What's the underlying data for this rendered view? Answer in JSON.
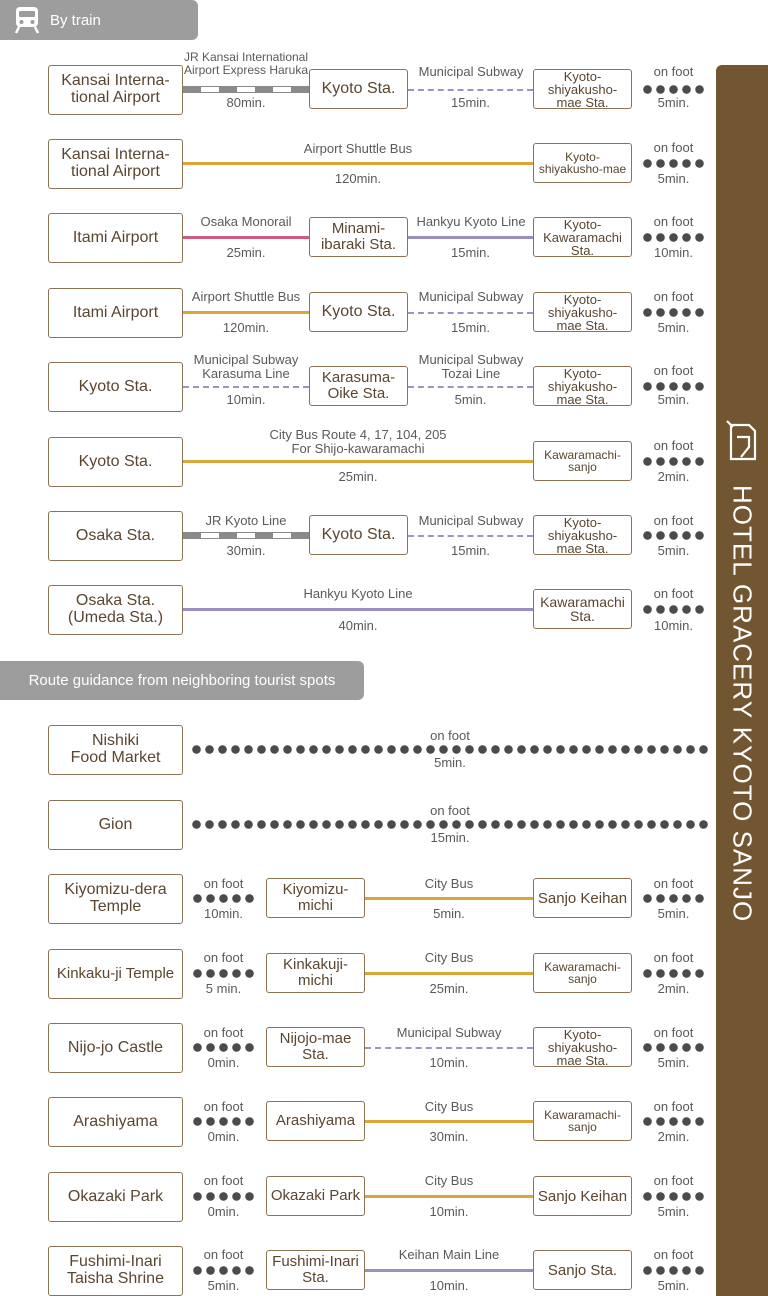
{
  "hotel": {
    "name": "HOTEL GRACERY KYOTO SANJO"
  },
  "sections": {
    "train": "By train",
    "spots": "Route guidance from neighboring tourist spots"
  },
  "colors": {
    "hotel_band": "#725631",
    "bus": "#dca53a",
    "monorail": "#d05a84",
    "hankyu": "#9a8fc0",
    "subway": "#9b93c3",
    "jr": "#8a8a8a",
    "tab": "#9d9d9d"
  },
  "train_routes": [
    {
      "origin": "Kansai Interna-\ntional Airport",
      "leg1": "JR Kansai International\nAirport Express Haruka",
      "time1": "80min.",
      "mid": "Kyoto Sta.",
      "leg2": "Municipal Subway",
      "time2": "15min.",
      "dest": "Kyoto-\nshiyakusho-\nmae Sta.",
      "walk_label": "on foot",
      "walk_time": "5min."
    },
    {
      "origin": "Kansai Interna-\ntional Airport",
      "leg": "Airport Shuttle Bus",
      "time": "120min.",
      "dest": "Kyoto-\nshiyakusho-mae",
      "walk_label": "on foot",
      "walk_time": "5min."
    },
    {
      "origin": "Itami Airport",
      "leg1": "Osaka Monorail",
      "time1": "25min.",
      "mid": "Minami-\nibaraki Sta.",
      "leg2": "Hankyu Kyoto Line",
      "time2": "15min.",
      "dest": "Kyoto-\nKawaramachi\nSta.",
      "walk_label": "on foot",
      "walk_time": "10min."
    },
    {
      "origin": "Itami Airport",
      "leg1": "Airport Shuttle Bus",
      "time1": "120min.",
      "mid": "Kyoto Sta.",
      "leg2": "Municipal Subway",
      "time2": "15min.",
      "dest": "Kyoto-\nshiyakusho-\nmae Sta.",
      "walk_label": "on foot",
      "walk_time": "5min."
    },
    {
      "origin": "Kyoto Sta.",
      "leg1": "Municipal Subway\nKarasuma Line",
      "time1": "10min.",
      "mid": "Karasuma-\nOike Sta.",
      "leg2": "Municipal Subway\nTozai Line",
      "time2": "5min.",
      "dest": "Kyoto-\nshiyakusho-\nmae Sta.",
      "walk_label": "on foot",
      "walk_time": "5min."
    },
    {
      "origin": "Kyoto Sta.",
      "leg": "City Bus Route 4, 17, 104, 205\nFor Shijo-kawaramachi",
      "time": "25min.",
      "dest": "Kawaramachi-\nsanjo",
      "walk_label": "on foot",
      "walk_time": "2min."
    },
    {
      "origin": "Osaka Sta.",
      "leg1": "JR Kyoto Line",
      "time1": "30min.",
      "mid": "Kyoto Sta.",
      "leg2": "Municipal Subway",
      "time2": "15min.",
      "dest": "Kyoto-\nshiyakusho-\nmae Sta.",
      "walk_label": "on foot",
      "walk_time": "5min."
    },
    {
      "origin": "Osaka Sta.\n(Umeda Sta.)",
      "leg": "Hankyu Kyoto Line",
      "time": "40min.",
      "dest": "Kawaramachi\nSta.",
      "walk_label": "on foot",
      "walk_time": "10min."
    }
  ],
  "spot_routes": [
    {
      "origin": "Nishiki\nFood Market",
      "walk_label": "on foot",
      "walk_time": "5min."
    },
    {
      "origin": "Gion",
      "walk_label": "on foot",
      "walk_time": "15min."
    },
    {
      "origin": "Kiyomizu-dera\nTemple",
      "walk1_label": "on foot",
      "walk1_time": "10min.",
      "mid": "Kiyomizu-\nmichi",
      "leg": "City Bus",
      "time": "5min.",
      "dest": "Sanjo Keihan",
      "walk_label": "on foot",
      "walk_time": "5min."
    },
    {
      "origin": "Kinkaku-ji Temple",
      "walk1_label": "on foot",
      "walk1_time": "5 min.",
      "mid": "Kinkakuji-\nmichi",
      "leg": "City Bus",
      "time": "25min.",
      "dest": "Kawaramachi-\nsanjo",
      "walk_label": "on foot",
      "walk_time": "2min."
    },
    {
      "origin": "Nijo-jo Castle",
      "walk1_label": "on foot",
      "walk1_time": "0min.",
      "mid": "Nijojo-mae\nSta.",
      "leg": "Municipal Subway",
      "time": "10min.",
      "dest": "Kyoto-\nshiyakusho-\nmae Sta.",
      "walk_label": "on foot",
      "walk_time": "5min."
    },
    {
      "origin": "Arashiyama",
      "walk1_label": "on foot",
      "walk1_time": "0min.",
      "mid": "Arashiyama",
      "leg": "City Bus",
      "time": "30min.",
      "dest": "Kawaramachi-\nsanjo",
      "walk_label": "on foot",
      "walk_time": "2min."
    },
    {
      "origin": "Okazaki Park",
      "walk1_label": "on foot",
      "walk1_time": "0min.",
      "mid": "Okazaki Park",
      "leg": "City Bus",
      "time": "10min.",
      "dest": "Sanjo Keihan",
      "walk_label": "on foot",
      "walk_time": "5min."
    },
    {
      "origin": "Fushimi-Inari\nTaisha Shrine",
      "walk1_label": "on foot",
      "walk1_time": "5min.",
      "mid": "Fushimi-Inari\nSta.",
      "leg": "Keihan Main Line",
      "time": "10min.",
      "dest": "Sanjo Sta.",
      "walk_label": "on foot",
      "walk_time": "5min."
    }
  ]
}
